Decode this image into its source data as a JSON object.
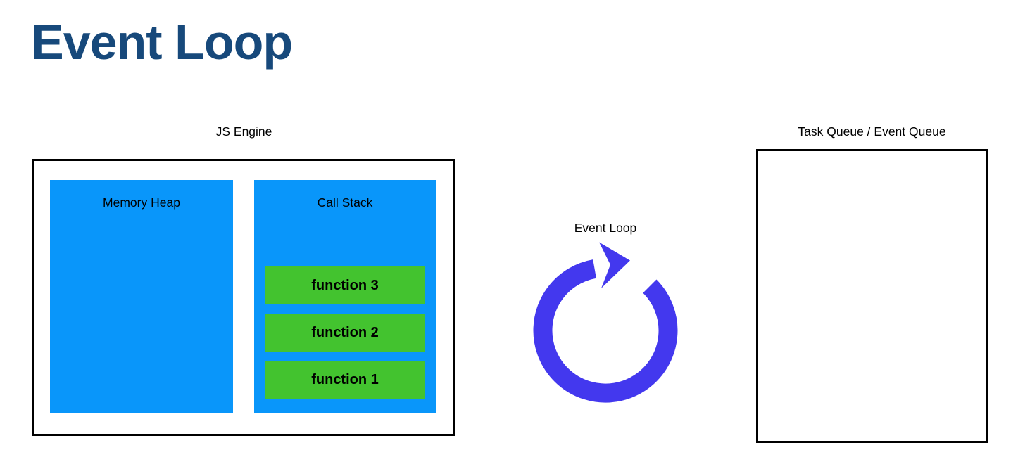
{
  "title": "Event Loop",
  "colors": {
    "title": "#17497b",
    "box_blue": "#0996fa",
    "box_green": "#43c32f",
    "loop_arrow": "#4338ee",
    "border": "#000000"
  },
  "js_engine": {
    "label": "JS Engine",
    "memory_heap": {
      "label": "Memory Heap"
    },
    "call_stack": {
      "label": "Call Stack",
      "frames": [
        "function 3",
        "function 2",
        "function 1"
      ]
    }
  },
  "event_loop": {
    "label": "Event Loop",
    "icon": "clockwise-circular-arrow-icon"
  },
  "task_queue": {
    "label": "Task Queue / Event Queue",
    "items": []
  }
}
